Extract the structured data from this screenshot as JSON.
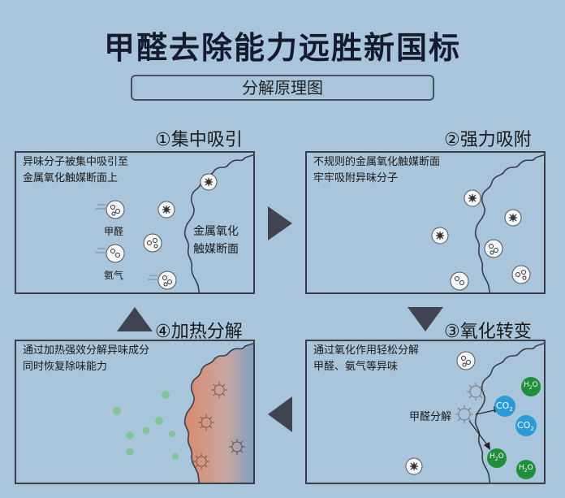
{
  "title": "甲醛去除能力远胜新国标",
  "subtitle": "分解原理图",
  "steps": [
    {
      "title": "①集中吸引",
      "lines": [
        "异味分子被集中吸引至",
        "金属氧化触媒断面上"
      ],
      "labels": {
        "formaldehyde": "甲醛",
        "ammonia": "氨气",
        "surface_1": "金属氧化",
        "surface_2": "触媒断面"
      }
    },
    {
      "title": "②强力吸附",
      "lines": [
        "不规则的金属氧化触媒断面",
        "牢牢吸附异味分子"
      ]
    },
    {
      "title": "③氧化转变",
      "lines": [
        "通过氧化作用轻松分解",
        "甲醛、氨气等异味"
      ],
      "labels": {
        "decompose": "甲醛分解",
        "co2": "CO",
        "co2_sub": "2",
        "h2o_h": "H",
        "h2o_sub": "2",
        "h2o_o": "O"
      }
    },
    {
      "title": "④加热分解",
      "lines": [
        "通过加热强效分解异味成分",
        "同时恢复除味能力"
      ]
    }
  ],
  "colors": {
    "background": "#a9c5db",
    "title": "#161a2e",
    "border": "#3b3f4a",
    "arrow": "#3f4450",
    "co2": "#2a9bd6",
    "h2o": "#1f8f3a",
    "particle_green": "#79c48d",
    "heat_warm": "#d98a6e",
    "heat_cool": "#6f9fc9"
  },
  "icons": [
    "arrow-right-icon",
    "arrow-down-icon",
    "arrow-left-icon",
    "arrow-up-icon",
    "molecule-icon",
    "virus-icon"
  ]
}
